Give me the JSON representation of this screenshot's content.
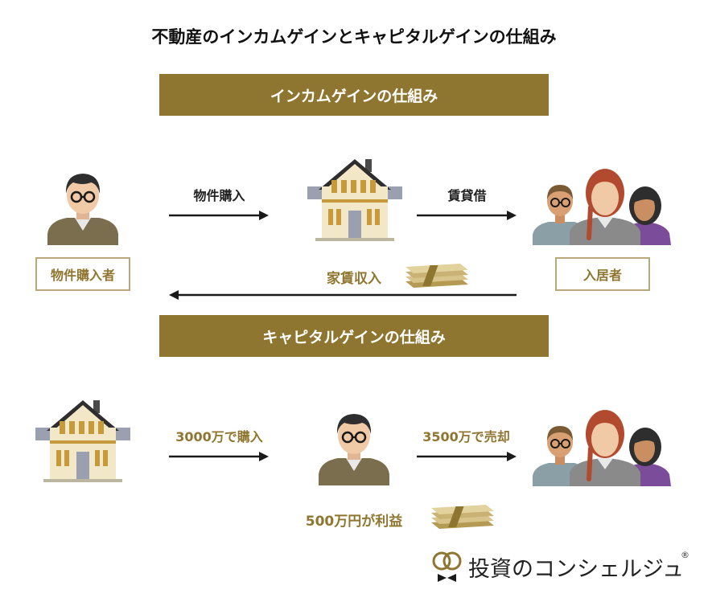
{
  "title": "不動産のインカムゲインとキャピタルゲインの仕組み",
  "income": {
    "band": "インカムゲインの仕組み",
    "arrow1": "物件購入",
    "arrow2": "賃貸借",
    "buyer": "物件購入者",
    "tenant": "入居者",
    "rent": "家賃収入"
  },
  "capital": {
    "band": "キャピタルゲインの仕組み",
    "arrow1": "3000万で購入",
    "arrow2": "3500万で売却",
    "profit": "500万円が利益"
  },
  "logo": {
    "text": "投資のコンシェルジュ",
    "mark": "®"
  },
  "colors": {
    "gold": "#8f7630",
    "box_border": "#b8a87a"
  }
}
